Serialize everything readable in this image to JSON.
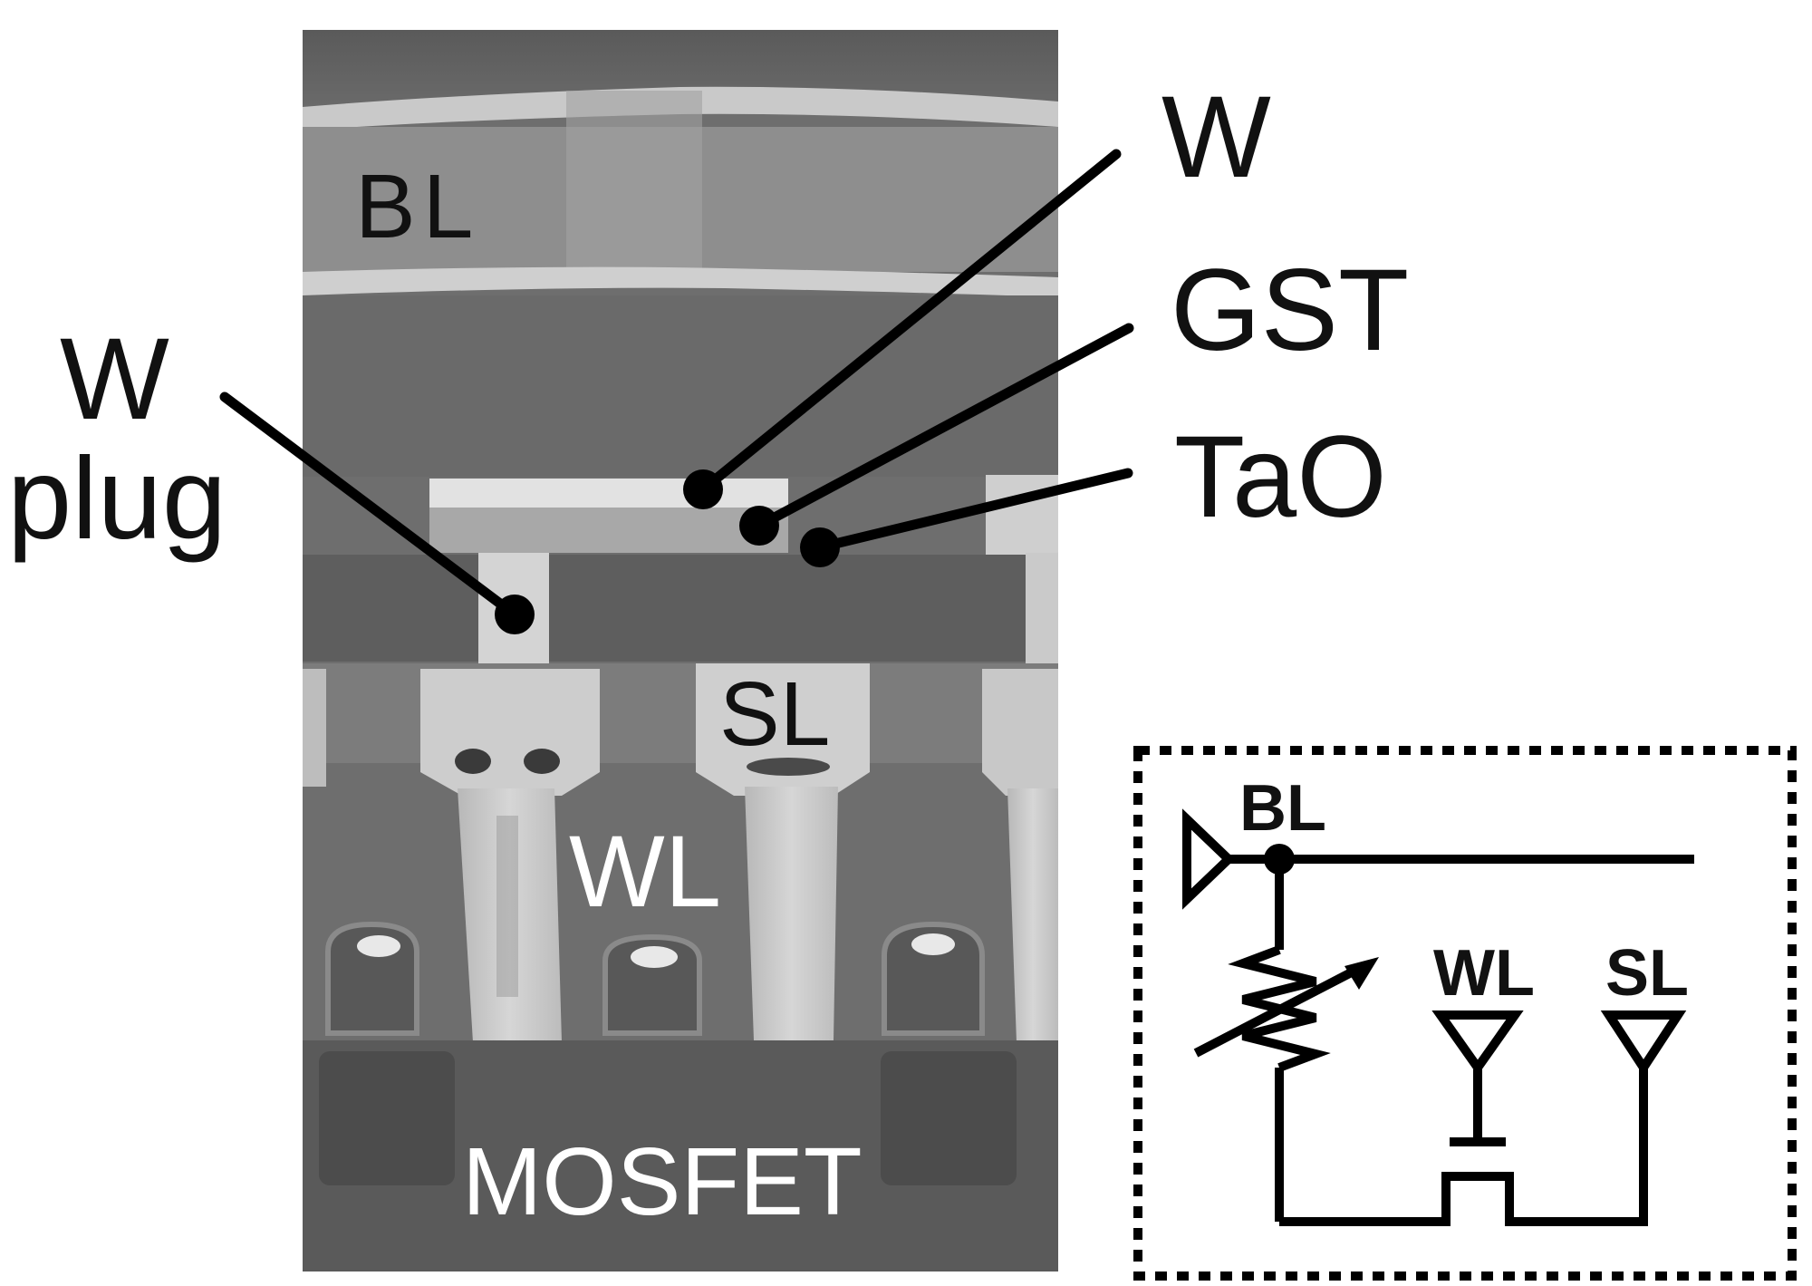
{
  "micrograph": {
    "labels": {
      "bl": "BL",
      "sl": "SL",
      "wl": "WL",
      "mosfet": "MOSFET"
    }
  },
  "callouts": {
    "w_top": "W",
    "gst": "GST",
    "tao": "TaO",
    "w_plug_line1": "W",
    "w_plug_line2": "plug"
  },
  "schematic": {
    "bl": "BL",
    "wl": "WL",
    "sl": "SL"
  },
  "colors": {
    "text_dark": "#111111",
    "text_light": "#ffffff",
    "sem_background": "#707070",
    "line": "#000000"
  }
}
